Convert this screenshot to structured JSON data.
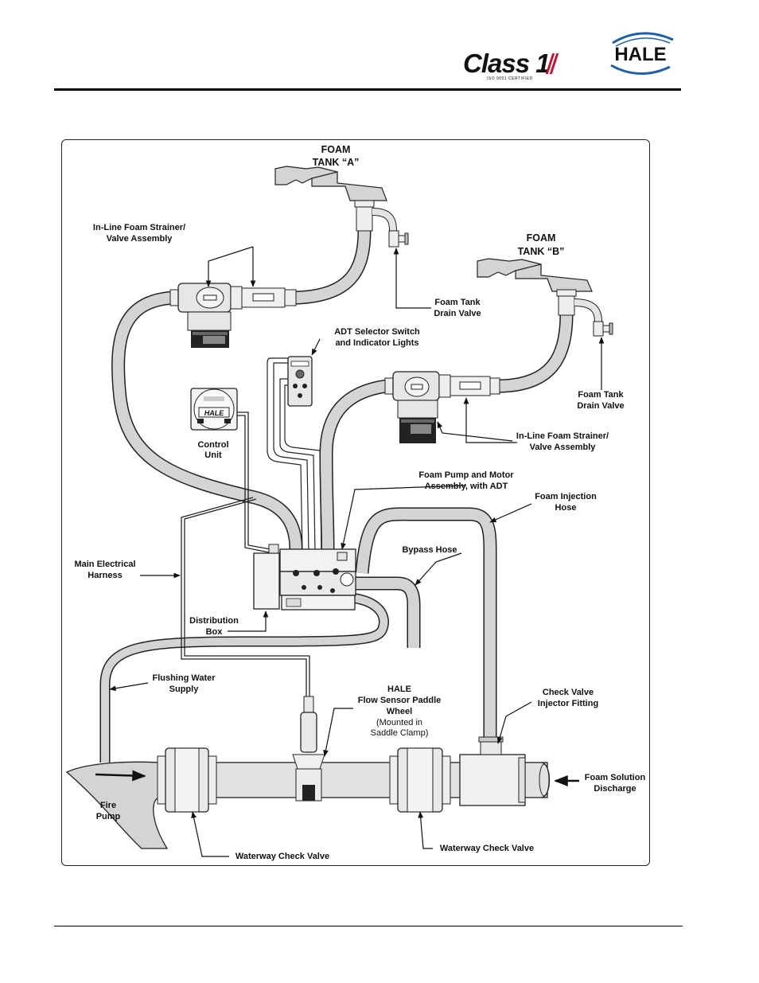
{
  "header": {
    "class1_logo": {
      "wordmark": "Class 1",
      "tagline": "ISO 9001 CERTIFIED"
    },
    "hale_logo": {
      "wordmark": "HALE"
    }
  },
  "diagram": {
    "labels": {
      "foam_tank_a": [
        "FOAM",
        "TANK “A”"
      ],
      "foam_tank_b": [
        "FOAM",
        "TANK “B”"
      ],
      "strainer_a": [
        "In-Line Foam Strainer/",
        "Valve Assembly"
      ],
      "drain_a": [
        "Foam Tank",
        "Drain Valve"
      ],
      "adt_switch": [
        "ADT Selector Switch",
        "and Indicator Lights"
      ],
      "drain_b": [
        "Foam Tank",
        "Drain Valve"
      ],
      "control_unit": [
        "Control",
        "Unit"
      ],
      "strainer_b": [
        "In-Line Foam Strainer/",
        "Valve Assembly"
      ],
      "pump_motor": [
        "Foam Pump and Motor",
        "Assembly, with ADT"
      ],
      "injection_hose": [
        "Foam Injection",
        "Hose"
      ],
      "main_harness": [
        "Main Electrical",
        "Harness"
      ],
      "bypass_hose": "Bypass Hose",
      "distribution_box": [
        "Distribution",
        "Box"
      ],
      "flushing_water": [
        "Flushing Water",
        "Supply"
      ],
      "flow_sensor_bold": [
        "HALE",
        "Flow Sensor Paddle",
        "Wheel"
      ],
      "flow_sensor_normal": [
        "(Mounted in",
        "Saddle Clamp)"
      ],
      "check_valve_injector": [
        "Check Valve",
        "Injector Fitting"
      ],
      "foam_solution": [
        "Foam Solution",
        "Discharge"
      ],
      "fire_pump": [
        "Fire",
        "Pump"
      ],
      "waterway_check_1": "Waterway Check Valve",
      "waterway_check_2": "Waterway Check Valve",
      "control_display": "HALE"
    }
  },
  "colors": {
    "hose_fill": "#d4d4d4",
    "outline": "#222222",
    "logo_blue": "#1f5fa8",
    "logo_red": "#c8102e"
  }
}
